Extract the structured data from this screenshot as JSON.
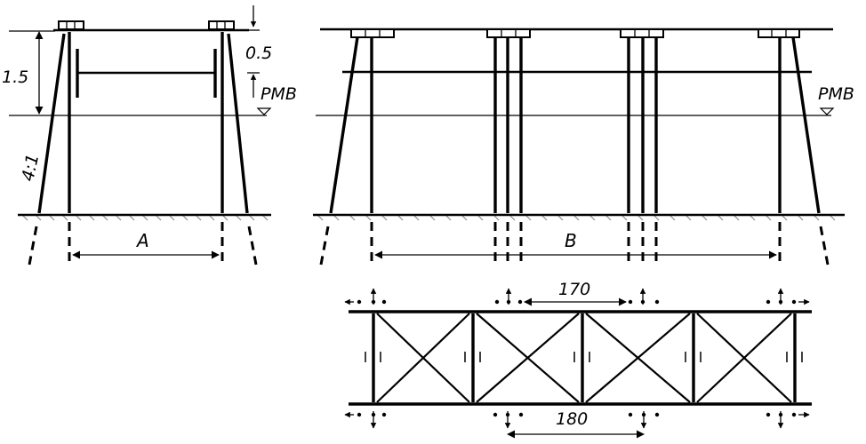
{
  "labels": {
    "height_total": "1.5",
    "height_top": "0.5",
    "water_level_left": "PMB",
    "water_level_right": "PMB",
    "slope": "4:1",
    "span_a": "A",
    "span_b": "B",
    "dim_top": "170",
    "dim_bottom": "180"
  }
}
